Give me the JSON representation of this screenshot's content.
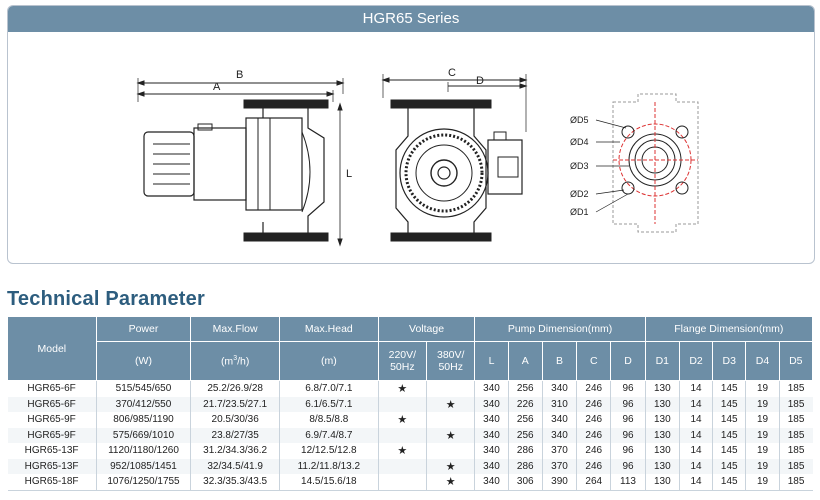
{
  "header": {
    "series_title": "HGR65 Series"
  },
  "drawing_labels": {
    "side_view": {
      "a": "A",
      "b": "B",
      "l": "L"
    },
    "front_view": {
      "c": "C",
      "d": "D"
    },
    "flange_view": {
      "d5": "ØD5",
      "d4": "ØD4",
      "d3": "ØD3",
      "d2": "ØD2",
      "d1": "ØD1"
    }
  },
  "section": {
    "title": "Technical Parameter"
  },
  "table": {
    "headers": {
      "model": "Model",
      "power": "Power",
      "power_unit": "(W)",
      "flow": "Max.Flow",
      "flow_unit_pre": "(m",
      "flow_unit_sup": "3",
      "flow_unit_post": "/h)",
      "head": "Max.Head",
      "head_unit": "(m)",
      "voltage": "Voltage",
      "v220_line1": "220V/",
      "v220_line2": "50Hz",
      "v380_line1": "380V/",
      "v380_line2": "50Hz",
      "pump_dim": "Pump Dimension(mm)",
      "flange_dim": "Flange Dimension(mm)",
      "pump_cols": [
        "L",
        "A",
        "B",
        "C",
        "D"
      ],
      "flange_cols": [
        "D1",
        "D2",
        "D3",
        "D4",
        "D5"
      ]
    },
    "star_symbol": "★",
    "rows": [
      {
        "model": "HGR65-6F",
        "power": "515/545/650",
        "flow": "25.2/26.9/28",
        "head": "6.8/7.0/7.1",
        "v220": "★",
        "v380": "",
        "L": "340",
        "A": "256",
        "B": "340",
        "C": "246",
        "D": "96",
        "D1": "130",
        "D2": "14",
        "D3": "145",
        "D4": "19",
        "D5": "185"
      },
      {
        "model": "HGR65-6F",
        "power": "370/412/550",
        "flow": "21.7/23.5/27.1",
        "head": "6.1/6.5/7.1",
        "v220": "",
        "v380": "★",
        "L": "340",
        "A": "226",
        "B": "310",
        "C": "246",
        "D": "96",
        "D1": "130",
        "D2": "14",
        "D3": "145",
        "D4": "19",
        "D5": "185"
      },
      {
        "model": "HGR65-9F",
        "power": "806/985/1190",
        "flow": "20.5/30/36",
        "head": "8/8.5/8.8",
        "v220": "★",
        "v380": "",
        "L": "340",
        "A": "256",
        "B": "340",
        "C": "246",
        "D": "96",
        "D1": "130",
        "D2": "14",
        "D3": "145",
        "D4": "19",
        "D5": "185"
      },
      {
        "model": "HGR65-9F",
        "power": "575/669/1010",
        "flow": "23.8/27/35",
        "head": "6.9/7.4/8.7",
        "v220": "",
        "v380": "★",
        "L": "340",
        "A": "256",
        "B": "340",
        "C": "246",
        "D": "96",
        "D1": "130",
        "D2": "14",
        "D3": "145",
        "D4": "19",
        "D5": "185"
      },
      {
        "model": "HGR65-13F",
        "power": "1120/1180/1260",
        "flow": "31.2/34.3/36.2",
        "head": "12/12.5/12.8",
        "v220": "★",
        "v380": "",
        "L": "340",
        "A": "286",
        "B": "370",
        "C": "246",
        "D": "96",
        "D1": "130",
        "D2": "14",
        "D3": "145",
        "D4": "19",
        "D5": "185"
      },
      {
        "model": "HGR65-13F",
        "power": "952/1085/1451",
        "flow": "32/34.5/41.9",
        "head": "11.2/11.8/13.2",
        "v220": "",
        "v380": "★",
        "L": "340",
        "A": "286",
        "B": "370",
        "C": "246",
        "D": "96",
        "D1": "130",
        "D2": "14",
        "D3": "145",
        "D4": "19",
        "D5": "185"
      },
      {
        "model": "HGR65-18F",
        "power": "1076/1250/1755",
        "flow": "32.3/35.3/43.5",
        "head": "14.5/15.6/18",
        "v220": "",
        "v380": "★",
        "L": "340",
        "A": "306",
        "B": "390",
        "C": "264",
        "D": "113",
        "D1": "130",
        "D2": "14",
        "D3": "145",
        "D4": "19",
        "D5": "185"
      }
    ]
  }
}
